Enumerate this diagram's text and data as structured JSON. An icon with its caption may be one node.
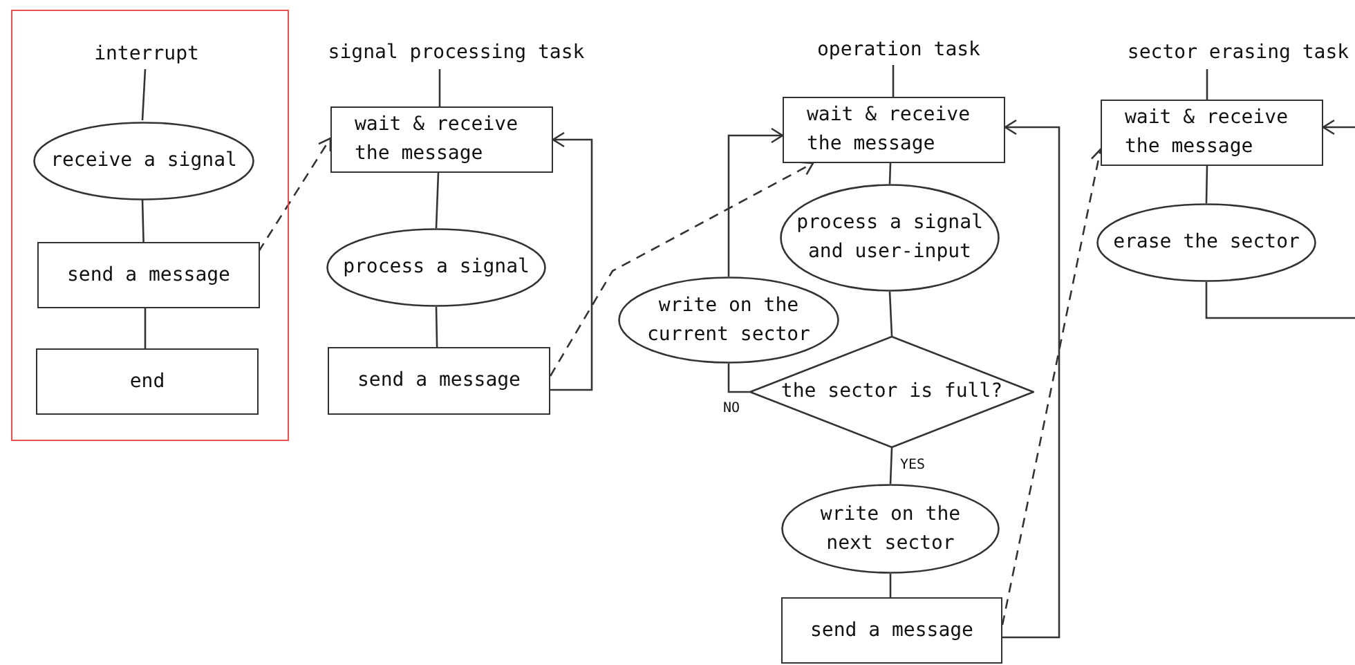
{
  "diagram": {
    "nodes": [
      {
        "text": [],
        "shape": "box"
      },
      {
        "text": [
          "interrupt"
        ],
        "in": 0
      },
      {
        "text": [
          "receive a signal"
        ],
        "in": 0
      },
      {
        "text": [
          "send a message"
        ],
        "in": 0
      },
      {
        "text": [
          "end"
        ],
        "in": 0
      },
      {
        "text": [
          "signal processing task"
        ]
      },
      {
        "text": [
          "wait & receive the message"
        ]
      },
      {
        "text": [
          "process a signal"
        ]
      },
      {
        "text": [
          "send a message"
        ]
      },
      {
        "text": [
          "operation task"
        ]
      },
      {
        "text": [
          "wait & receive the message"
        ]
      },
      {
        "text": [
          "process a signal and user-input"
        ]
      },
      {
        "text": [
          "write on the current sector"
        ]
      },
      {
        "text": [
          "the sector is full?"
        ]
      },
      {
        "text": [
          "write on the next sector"
        ]
      },
      {
        "text": [
          "send a message"
        ]
      },
      {
        "text": [
          "sector erasing task"
        ]
      },
      {
        "text": [
          "wait & receive the message"
        ]
      },
      {
        "text": [
          "erase the sector"
        ]
      }
    ],
    "edges": [
      {
        "from": 1,
        "to": 2,
        "arrow": "none"
      },
      {
        "from": 2,
        "to": 3,
        "arrow": "none"
      },
      {
        "from": 3,
        "to": 4,
        "arrow": "none"
      },
      {
        "from": 3,
        "to": 6,
        "arrow": "to",
        "style": "dashed"
      },
      {
        "from": 5,
        "to": 6,
        "arrow": "none"
      },
      {
        "from": 6,
        "to": 7,
        "arrow": "none"
      },
      {
        "from": 7,
        "to": 8,
        "arrow": "none"
      },
      {
        "from": 8,
        "to": 6,
        "arrow": "to"
      },
      {
        "from": 8,
        "to": 10,
        "arrow": "to",
        "style": "dashed"
      },
      {
        "from": 9,
        "to": 10,
        "arrow": "none"
      },
      {
        "from": 10,
        "to": 11,
        "arrow": "none"
      },
      {
        "from": 11,
        "to": 13,
        "arrow": "none"
      },
      {
        "from": 13,
        "to": 12,
        "arrow": "none",
        "label": "NO"
      },
      {
        "from": 12,
        "to": 10,
        "arrow": "to"
      },
      {
        "from": 13,
        "to": 14,
        "arrow": "none",
        "label": "YES"
      },
      {
        "from": 14,
        "to": 15,
        "arrow": "none"
      },
      {
        "from": 15,
        "to": 10,
        "arrow": "to"
      },
      {
        "from": 15,
        "to": 17,
        "arrow": "to",
        "style": "dashed"
      },
      {
        "from": 16,
        "to": 17,
        "arrow": "none"
      },
      {
        "from": 17,
        "to": 18,
        "arrow": "none"
      },
      {
        "from": 18,
        "to": null,
        "arrow": "none"
      },
      {
        "from": null,
        "to": 17,
        "arrow": "to"
      }
    ]
  }
}
